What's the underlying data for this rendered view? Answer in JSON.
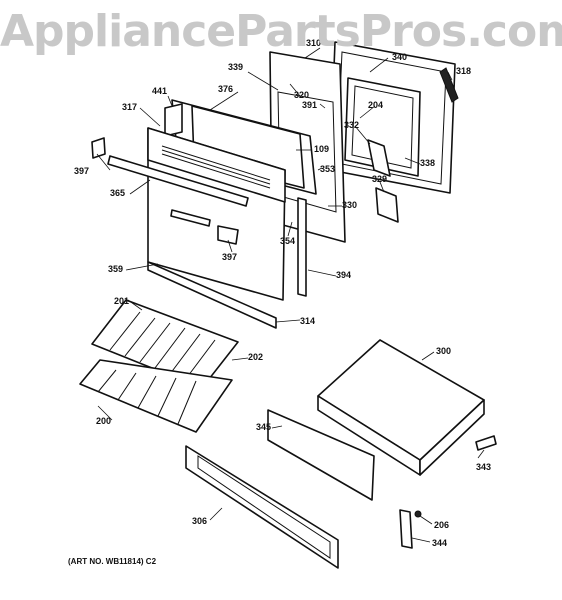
{
  "watermark": "AppliancePartsPros.com",
  "art_number": "(ART NO. WB11814) C2",
  "callouts": {
    "p310": "310",
    "p340": "340",
    "p318": "318",
    "p339": "339",
    "p376": "376",
    "p441": "441",
    "p317": "317",
    "p320": "320",
    "p391": "391",
    "p204": "204",
    "p332": "332",
    "p397a": "397",
    "p109": "109",
    "p353": "353",
    "p329": "329",
    "p338": "338",
    "p365": "365",
    "p330": "330",
    "p354": "354",
    "p397b": "397",
    "p359": "359",
    "p394": "394",
    "p314": "314",
    "p201": "201",
    "p300": "300",
    "p202": "202",
    "p200": "200",
    "p345": "345",
    "p343": "343",
    "p306": "306",
    "p206": "206",
    "p344": "344"
  }
}
